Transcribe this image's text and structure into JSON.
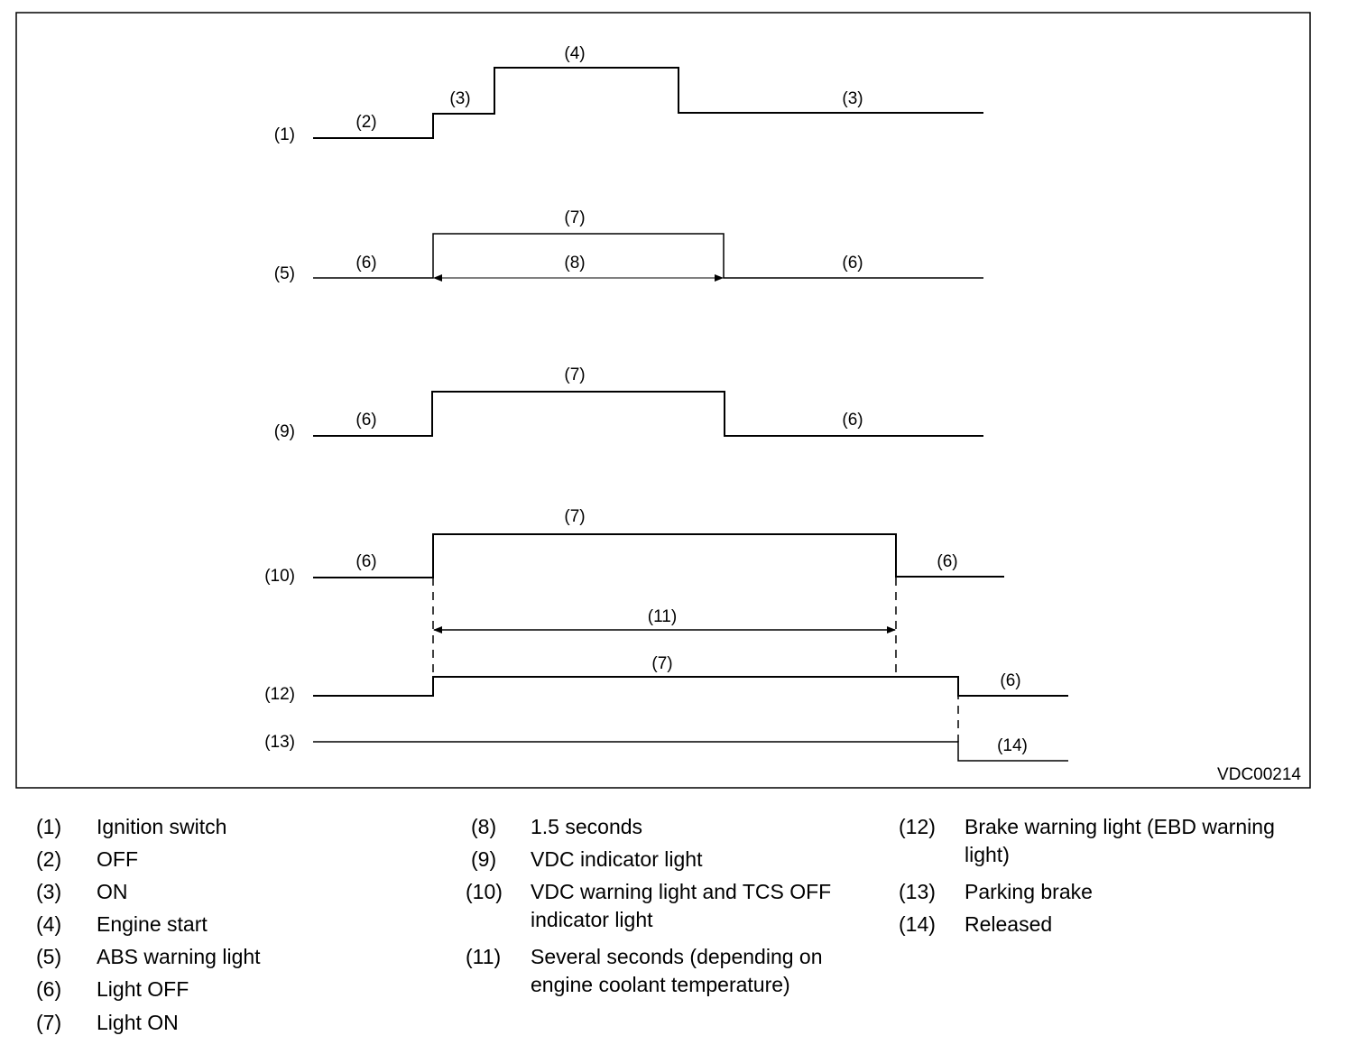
{
  "diagram": {
    "code": "VDC00214",
    "rows": [
      {
        "label": "(1)",
        "segments": [
          "(2)",
          "(3)",
          "(4)",
          "(3)"
        ]
      },
      {
        "label": "(5)",
        "segments": [
          "(6)",
          "(7)",
          "(8)",
          "(6)"
        ]
      },
      {
        "label": "(9)",
        "segments": [
          "(6)",
          "(7)",
          "(6)"
        ]
      },
      {
        "label": "(10)",
        "segments": [
          "(6)",
          "(7)",
          "(11)",
          "(6)"
        ]
      },
      {
        "label": "(12)",
        "segments": [
          "(7)",
          "(6)"
        ]
      },
      {
        "label": "(13)",
        "segments": [
          "(14)"
        ]
      }
    ]
  },
  "legend": {
    "col1": [
      {
        "num": "(1)",
        "text": "Ignition switch"
      },
      {
        "num": "(2)",
        "text": "OFF"
      },
      {
        "num": "(3)",
        "text": "ON"
      },
      {
        "num": "(4)",
        "text": "Engine start"
      },
      {
        "num": "(5)",
        "text": "ABS warning light"
      },
      {
        "num": "(6)",
        "text": "Light OFF"
      },
      {
        "num": "(7)",
        "text": "Light ON"
      }
    ],
    "col2": [
      {
        "num": "(8)",
        "text": "1.5 seconds"
      },
      {
        "num": "(9)",
        "text": "VDC indicator light"
      },
      {
        "num": "(10)",
        "text": "VDC warning light and TCS OFF indicator light"
      },
      {
        "num": "(11)",
        "text": "Several seconds (depending on engine coolant temperature)"
      }
    ],
    "col3": [
      {
        "num": "(12)",
        "text": "Brake warning light (EBD warning light)"
      },
      {
        "num": "(13)",
        "text": "Parking brake"
      },
      {
        "num": "(14)",
        "text": "Released"
      }
    ]
  }
}
